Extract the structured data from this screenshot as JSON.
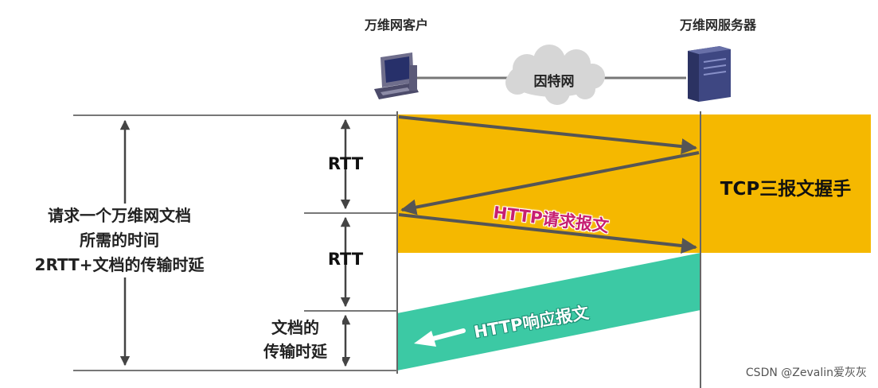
{
  "client": {
    "label": "万维网客户"
  },
  "server": {
    "label": "万维网服务器"
  },
  "network": {
    "label": "因特网"
  },
  "phases": {
    "rtt_first": "RTT",
    "rtt_second": "RTT",
    "tcp_handshake": "TCP三报文握手",
    "doc_transfer_line1": "文档的",
    "doc_transfer_line2": "传输时延"
  },
  "total": {
    "line1": "请求一个万维网文档",
    "line2": "所需的时间",
    "line3": "2RTT+文档的传输时延"
  },
  "messages": {
    "request": "HTTP请求报文",
    "response": "HTTP响应报文"
  },
  "colors": {
    "handshake_band": "#f5b800",
    "response_band": "#3cc9a4",
    "arrow_gray": "#555555",
    "request_text": "#c71f71"
  },
  "watermark": "CSDN @Zevalin爱灰灰"
}
